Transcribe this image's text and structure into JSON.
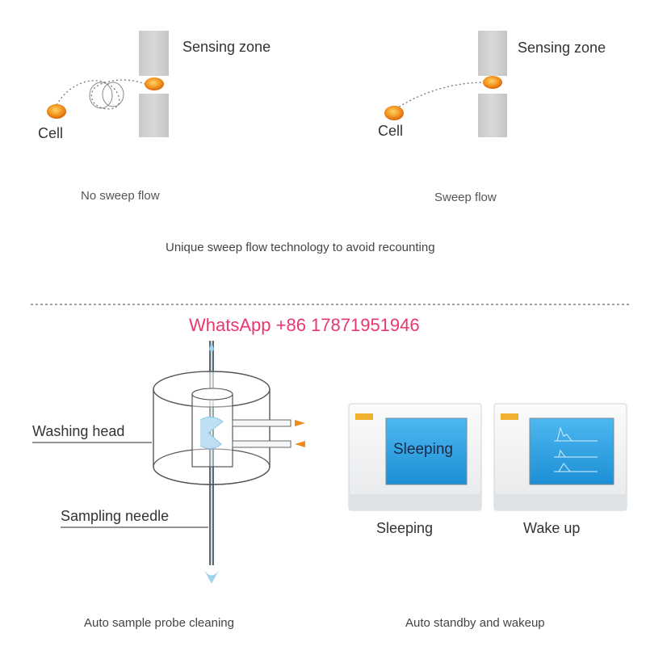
{
  "top": {
    "panel_left": {
      "zone_label": "Sensing zone",
      "cell_label": "Cell",
      "caption": "No sweep flow"
    },
    "panel_right": {
      "zone_label": "Sensing zone",
      "cell_label": "Cell",
      "caption": "Sweep flow"
    },
    "summary": "Unique sweep flow technology to avoid recounting"
  },
  "watermark": "WhatsApp +86 17871951946",
  "bottom": {
    "washing": {
      "head_label": "Washing head",
      "needle_label": "Sampling needle",
      "caption": "Auto sample probe cleaning"
    },
    "standby": {
      "screen_sleep_text": "Sleeping",
      "label_sleep": "Sleeping",
      "label_wake": "Wake up",
      "caption": "Auto standby and wakeup"
    }
  },
  "colors": {
    "cell_orange": "#f08a1c",
    "screen_blue": "#2aa6e8",
    "watermark": "#e8386d",
    "arrow_orange": "#f08a1c"
  }
}
